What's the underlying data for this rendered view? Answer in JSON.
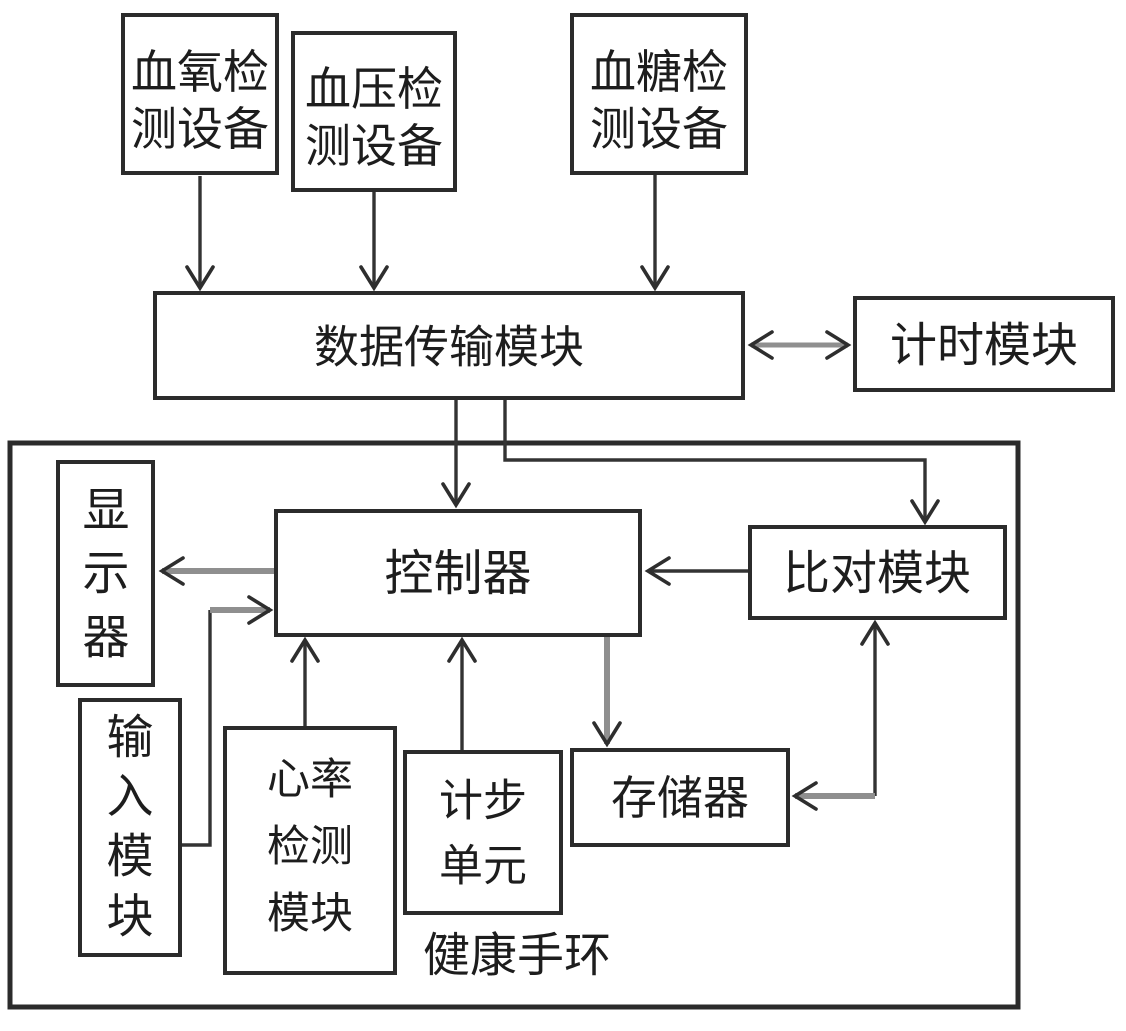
{
  "diagram": {
    "external_devices": {
      "blood_oxygen": {
        "line1": "血氧检",
        "line2": "测设备"
      },
      "blood_pressure": {
        "line1": "血压检",
        "line2": "测设备"
      },
      "blood_glucose": {
        "line1": "血糖检",
        "line2": "测设备"
      }
    },
    "transmission": {
      "label": "数据传输模块"
    },
    "timing": {
      "label": "计时模块"
    },
    "bracelet": {
      "label": "健康手环",
      "controller": {
        "label": "控制器"
      },
      "comparison": {
        "label": "比对模块"
      },
      "storage": {
        "label": "存储器"
      },
      "display": {
        "char1": "显",
        "char2": "示",
        "char3": "器"
      },
      "input": {
        "char1": "输",
        "char2": "入",
        "char3": "模",
        "char4": "块"
      },
      "heart_rate": {
        "line1": "心率",
        "line2": "检测",
        "line3": "模块"
      },
      "step_counter": {
        "line1": "计步",
        "line2": "单元"
      }
    },
    "colors": {
      "line_dark": "#2e2e2e",
      "line_gray": "#8f8f8f",
      "text": "#1d1d1d",
      "background": "#ffffff"
    }
  }
}
